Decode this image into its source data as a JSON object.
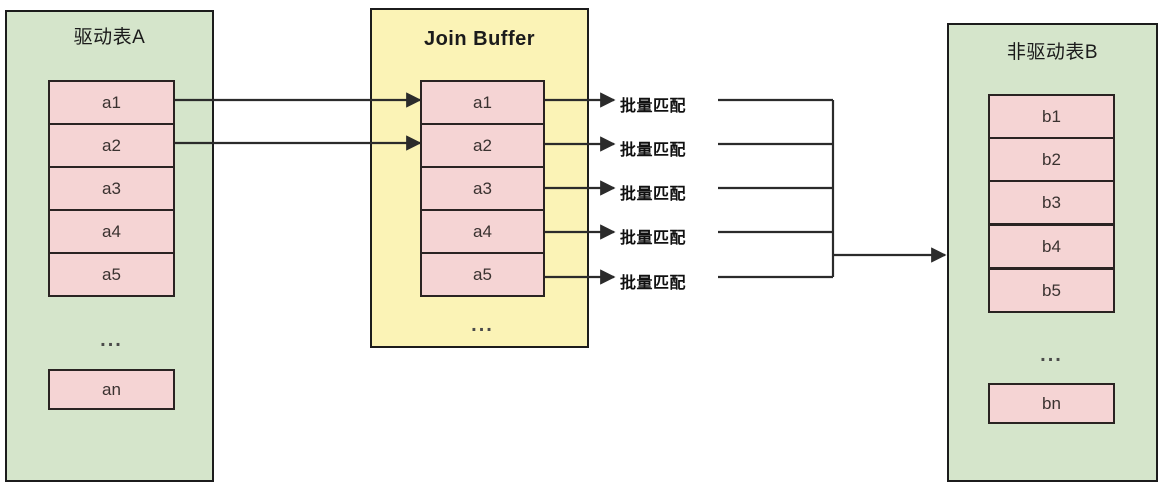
{
  "diagram": {
    "title_semantics": "MySQL Block Nested Loop Join with Join Buffer",
    "colors": {
      "panel_green": "#d5e5cb",
      "panel_yellow": "#fbf3b6",
      "cell_pink": "#f5d4d4",
      "stroke": "#1c1c1c",
      "cell_stroke": "#2a2322",
      "background": "#ffffff"
    }
  },
  "driving_table": {
    "title": "驱动表A",
    "rows": [
      "a1",
      "a2",
      "a3",
      "a4",
      "a5"
    ],
    "ellipsis": "...",
    "last_row": "an"
  },
  "join_buffer": {
    "title": "Join Buffer",
    "rows": [
      "a1",
      "a2",
      "a3",
      "a4",
      "a5"
    ],
    "ellipsis": "..."
  },
  "match_labels": [
    "批量匹配",
    "批量匹配",
    "批量匹配",
    "批量匹配",
    "批量匹配"
  ],
  "non_driving_table": {
    "title": "非驱动表B",
    "rows": [
      "b1",
      "b2",
      "b3",
      "b4",
      "b5"
    ],
    "ellipsis": "...",
    "last_row": "bn"
  }
}
